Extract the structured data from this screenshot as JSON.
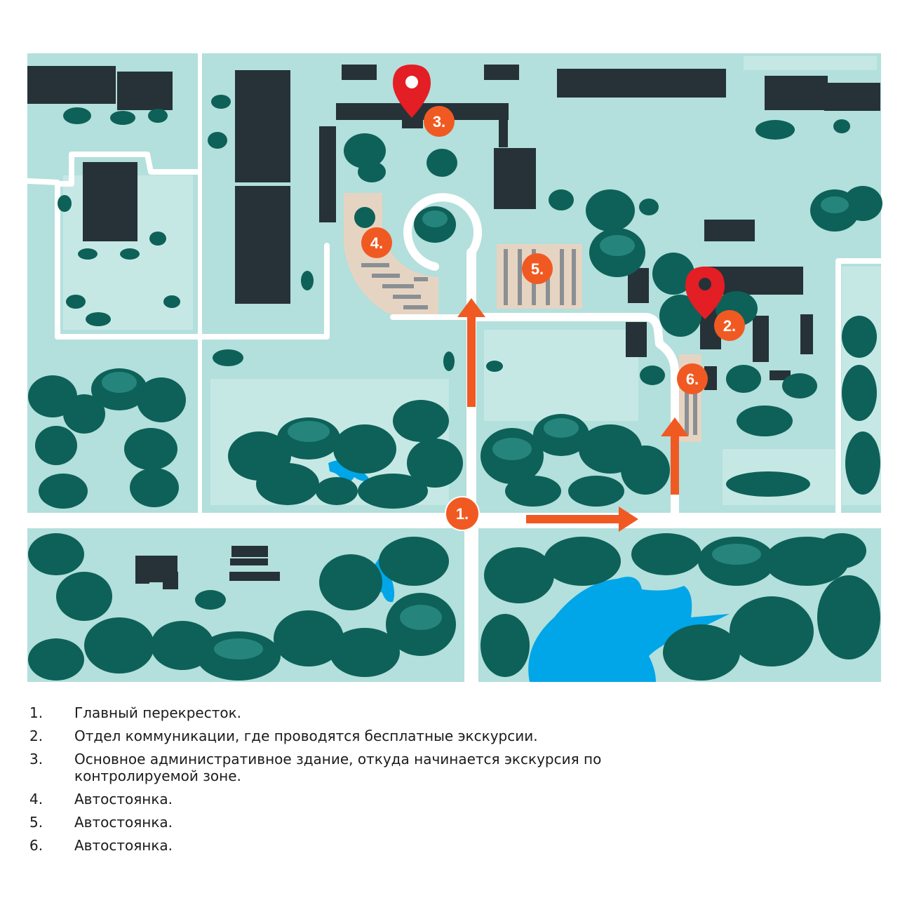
{
  "colors": {
    "ground": "#b3dfdc",
    "ground_light": "#c6e8e5",
    "road": "#ffffff",
    "building": "#263238",
    "tree_dark": "#0d6158",
    "tree_mid": "#2a8c82",
    "tree_light": "#4fb3a6",
    "water": "#00a6e8",
    "parking": "#e6d4c2",
    "marker_orange": "#f05a22",
    "pin_red": "#e31e24"
  },
  "map": {
    "markers": [
      {
        "label": "1."
      },
      {
        "label": "2."
      },
      {
        "label": "3."
      },
      {
        "label": "4."
      },
      {
        "label": "5."
      },
      {
        "label": "6."
      }
    ],
    "pins": [
      {
        "name": "pin-admin-building",
        "icon": "map-pin-icon"
      },
      {
        "name": "pin-communication-dept",
        "icon": "map-pin-icon"
      }
    ]
  },
  "legend": {
    "items": [
      {
        "num": "1.",
        "text": "Главный перекресток."
      },
      {
        "num": "2.",
        "text": "Отдел коммуникации, где проводятся бесплатные экскурсии."
      },
      {
        "num": "3.",
        "text": "Основное административное здание, откуда начинается экскурсия по контролируемой зоне."
      },
      {
        "num": "4.",
        "text": "Автостоянка."
      },
      {
        "num": "5.",
        "text": "Автостоянка."
      },
      {
        "num": "6.",
        "text": "Автостоянка."
      }
    ]
  }
}
